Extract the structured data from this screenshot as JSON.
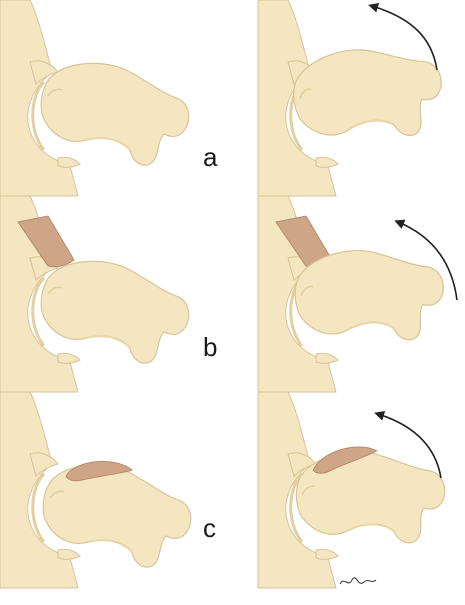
{
  "panels": [
    {
      "id": "a",
      "label": "a"
    },
    {
      "id": "b",
      "label": "b"
    },
    {
      "id": "c",
      "label": "c"
    }
  ],
  "colors": {
    "bone": "#f5e6c2",
    "bone_outline": "#d8c496",
    "bone_shadow": "#e9d5a6",
    "soft_tissue": "#cfa588",
    "soft_tissue_outline": "#b78a6c",
    "arrow": "#222222",
    "background": "#ffffff"
  },
  "icons": [
    "rotation-arrow-icon",
    "signature-mark"
  ]
}
